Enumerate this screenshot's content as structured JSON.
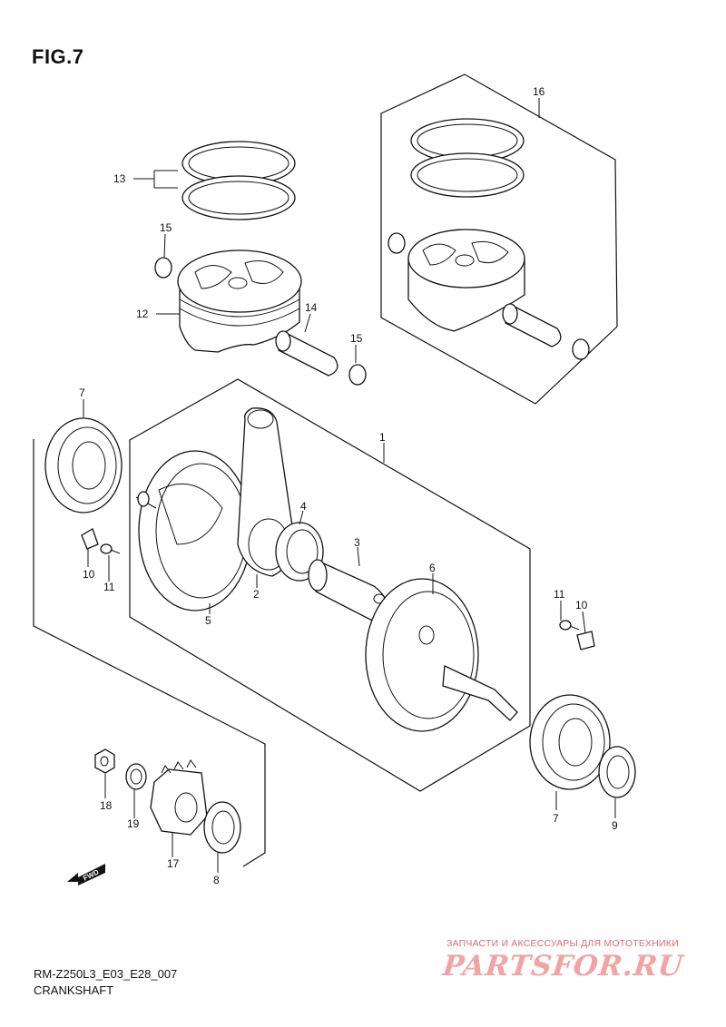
{
  "figure": {
    "title": "FIG.7",
    "code": "RM-Z250L3_E03_E28_007",
    "name": "CRANKSHAFT",
    "direction_label": "FWD"
  },
  "watermark": {
    "caption": "ЗАПЧАСТИ И АКСЕССУАРЫ ДЛЯ МОТОТЕХНИКИ",
    "logo": "PARTSFOR.RU"
  },
  "parts": [
    {
      "ref": "1"
    },
    {
      "ref": "2"
    },
    {
      "ref": "3"
    },
    {
      "ref": "4"
    },
    {
      "ref": "5"
    },
    {
      "ref": "6"
    },
    {
      "ref": "7"
    },
    {
      "ref": "7"
    },
    {
      "ref": "8"
    },
    {
      "ref": "9"
    },
    {
      "ref": "10"
    },
    {
      "ref": "10"
    },
    {
      "ref": "11"
    },
    {
      "ref": "11"
    },
    {
      "ref": "12"
    },
    {
      "ref": "13"
    },
    {
      "ref": "14"
    },
    {
      "ref": "15"
    },
    {
      "ref": "15"
    },
    {
      "ref": "16"
    },
    {
      "ref": "17"
    },
    {
      "ref": "18"
    },
    {
      "ref": "19"
    }
  ]
}
